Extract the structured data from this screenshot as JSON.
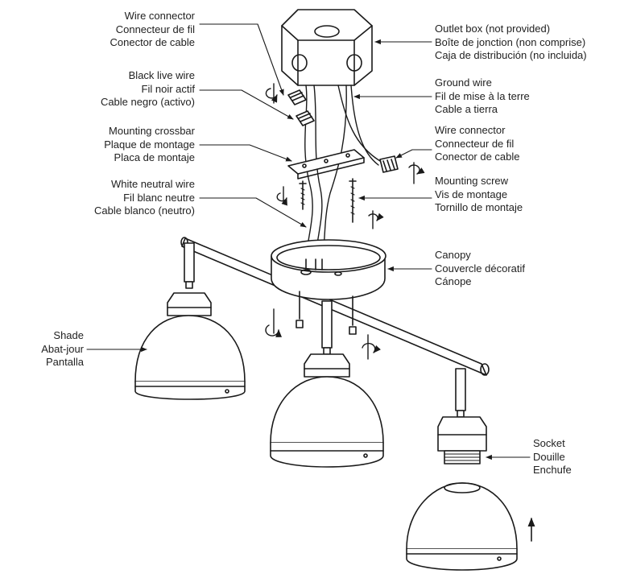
{
  "labels": {
    "wire_connector_top": {
      "en": "Wire connector",
      "fr": "Connecteur de fil",
      "es": "Conector de cable"
    },
    "black_live_wire": {
      "en": "Black live wire",
      "fr": "Fil noir actif",
      "es": "Cable negro (activo)"
    },
    "mounting_crossbar": {
      "en": "Mounting crossbar",
      "fr": "Plaque de montage",
      "es": "Placa de montaje"
    },
    "white_neutral_wire": {
      "en": "White neutral wire",
      "fr": "Fil blanc neutre",
      "es": "Cable blanco (neutro)"
    },
    "outlet_box": {
      "en": "Outlet box (not provided)",
      "fr": "Boîte de jonction (non comprise)",
      "es": "Caja de distribución (no incluida)"
    },
    "ground_wire": {
      "en": "Ground wire",
      "fr": "Fil de mise à la terre",
      "es": "Cable a tierra"
    },
    "wire_connector_right": {
      "en": "Wire connector",
      "fr": "Connecteur de fil",
      "es": "Conector de cable"
    },
    "mounting_screw": {
      "en": "Mounting screw",
      "fr": "Vis de montage",
      "es": "Tornillo de montaje"
    },
    "canopy": {
      "en": "Canopy",
      "fr": "Couvercle décoratif",
      "es": "Cánope"
    },
    "shade": {
      "en": "Shade",
      "fr": "Abat-jour",
      "es": "Pantalla"
    },
    "socket": {
      "en": "Socket",
      "fr": "Douille",
      "es": "Enchufe"
    }
  },
  "colors": {
    "line": "#1a1a1a",
    "text": "#222222",
    "background": "#ffffff"
  }
}
